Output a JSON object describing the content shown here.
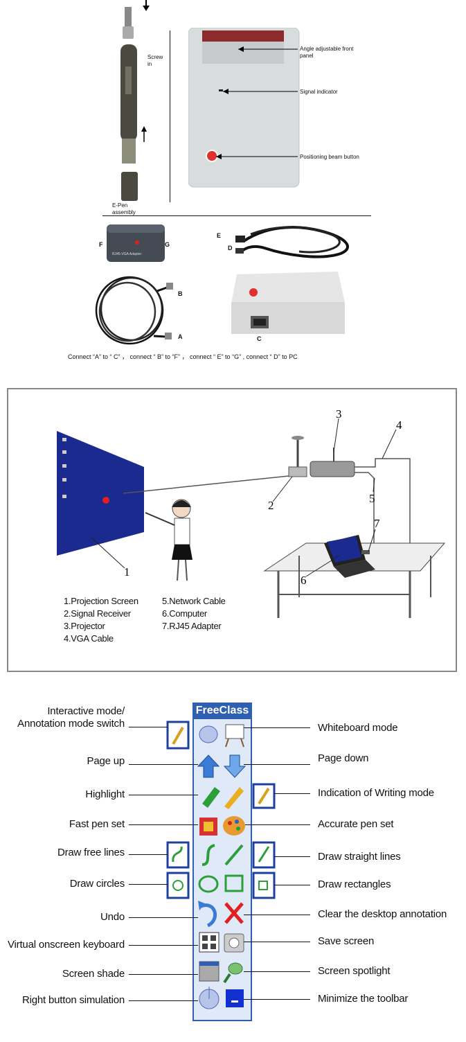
{
  "section1": {
    "screw_in": "Screw\nin",
    "epen_assembly": "E-Pen\nassembly",
    "callouts": {
      "angle_panel": "Angle adjustable front\npanel",
      "signal_indicator": "Signal indicator",
      "positioning_button": "Positioning beam button"
    },
    "adapter_text": "RJ45-VGA Adapter",
    "letters": {
      "f": "F",
      "g": "G",
      "e": "E",
      "d": "D",
      "b": "B",
      "a": "A",
      "c": "C"
    },
    "connect_instructions": "Connect “A” to “ C” ， connect “ B” to “F” ， connect “ E” to “G” , connect “ D” to PC"
  },
  "section2": {
    "numbers": [
      "1",
      "2",
      "3",
      "4",
      "5",
      "6",
      "7"
    ],
    "legend_col1": [
      "1.Projection Screen",
      "2.Signal Receiver",
      "3.Projector",
      "4.VGA Cable"
    ],
    "legend_col2": [
      "5.Network Cable",
      "6.Computer",
      "7.RJ45 Adapter"
    ]
  },
  "section3": {
    "toolbar_title": "FreeClass",
    "left_labels": [
      "Interactive mode/\nAnnotation mode switch",
      "Page up",
      "Highlight",
      "Fast pen set",
      "Draw free lines",
      "Draw circles",
      "Undo",
      "Virtual onscreen keyboard",
      "Screen shade",
      "Right button simulation"
    ],
    "right_labels": [
      "Whiteboard mode",
      "Page down",
      "Indication of Writing mode",
      "Accurate pen set",
      "Draw straight lines",
      "Draw rectangles",
      "Clear the desktop annotation",
      "Save screen",
      "Screen spotlight",
      "Minimize the toolbar"
    ],
    "icons": [
      "pencil-mouse-icon",
      "whiteboard-easel-icon",
      "arrow-up-icon",
      "arrow-down-icon",
      "highlighter-icon",
      "pencil-icon",
      "fast-pen-icon",
      "palette-icon",
      "free-line-icon",
      "straight-line-icon",
      "circle-icon",
      "rectangle-icon",
      "undo-icon",
      "clear-x-icon",
      "keyboard-icon",
      "camera-icon",
      "screen-shade-icon",
      "spotlight-icon",
      "mouse-right-icon",
      "minimize-icon"
    ],
    "colors": {
      "toolbar_border": "#2f5fb0",
      "toolbar_bg": "#dfe9f7",
      "icon_blue": "#3a7bd5",
      "icon_red": "#e02020",
      "icon_green": "#2c9e3a"
    }
  }
}
